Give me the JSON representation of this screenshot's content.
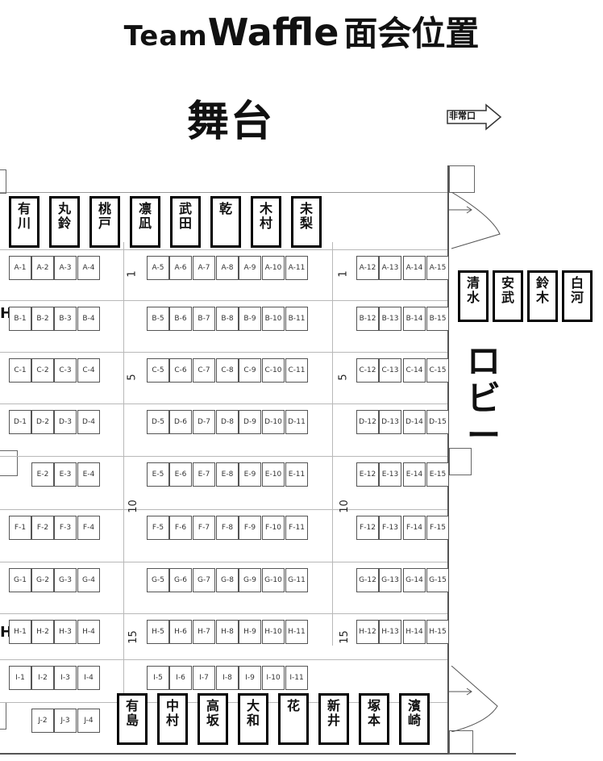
{
  "title": {
    "part1": "Team",
    "part2": "Waffle",
    "part3": "面会位置"
  },
  "stage": "舞台",
  "exit_label": "非常口",
  "lobby": "ロビー",
  "row_numbers": {
    "n1": "1",
    "n5": "5",
    "n10": "10",
    "n15": "15"
  },
  "edge_mark": "H",
  "top_name_tags": [
    {
      "l1": "有",
      "l2": "川"
    },
    {
      "l1": "丸",
      "l2": "鈴"
    },
    {
      "l1": "桃",
      "l2": "戸"
    },
    {
      "l1": "凛",
      "l2": "凪"
    },
    {
      "l1": "武",
      "l2": "田"
    },
    {
      "l1": "乾",
      "l2": ""
    },
    {
      "l1": "木",
      "l2": "村"
    },
    {
      "l1": "未",
      "l2": "梨"
    }
  ],
  "right_name_tags": [
    {
      "l1": "清",
      "l2": "水"
    },
    {
      "l1": "安",
      "l2": "武"
    },
    {
      "l1": "鈴",
      "l2": "木"
    },
    {
      "l1": "白",
      "l2": "河"
    }
  ],
  "bottom_name_tags": [
    {
      "l1": "有",
      "l2": "島"
    },
    {
      "l1": "中",
      "l2": "村"
    },
    {
      "l1": "高",
      "l2": "坂"
    },
    {
      "l1": "大",
      "l2": "和"
    },
    {
      "l1": "花",
      "l2": ""
    },
    {
      "l1": "新",
      "l2": "井"
    },
    {
      "l1": "塚",
      "l2": "本"
    },
    {
      "l1": "濱",
      "l2": "崎"
    }
  ],
  "seat_rows": [
    {
      "left": [
        "A-1",
        "A-2",
        "A-3",
        "A-4"
      ],
      "center": [
        "A-5",
        "A-6",
        "A-7",
        "A-8",
        "A-9",
        "A-10",
        "A-11"
      ],
      "right": [
        "A-12",
        "A-13",
        "A-14",
        "A-15"
      ]
    },
    {
      "left": [
        "B-1",
        "B-2",
        "B-3",
        "B-4"
      ],
      "center": [
        "B-5",
        "B-6",
        "B-7",
        "B-8",
        "B-9",
        "B-10",
        "B-11"
      ],
      "right": [
        "B-12",
        "B-13",
        "B-14",
        "B-15"
      ]
    },
    {
      "left": [
        "C-1",
        "C-2",
        "C-3",
        "C-4"
      ],
      "center": [
        "C-5",
        "C-6",
        "C-7",
        "C-8",
        "C-9",
        "C-10",
        "C-11"
      ],
      "right": [
        "C-12",
        "C-13",
        "C-14",
        "C-15"
      ]
    },
    {
      "left": [
        "D-1",
        "D-2",
        "D-3",
        "D-4"
      ],
      "center": [
        "D-5",
        "D-6",
        "D-7",
        "D-8",
        "D-9",
        "D-10",
        "D-11"
      ],
      "right": [
        "D-12",
        "D-13",
        "D-14",
        "D-15"
      ]
    },
    {
      "left": [
        "E-2",
        "E-3",
        "E-4"
      ],
      "center": [
        "E-5",
        "E-6",
        "E-7",
        "E-8",
        "E-9",
        "E-10",
        "E-11"
      ],
      "right": [
        "E-12",
        "E-13",
        "E-14",
        "E-15"
      ]
    },
    {
      "left": [
        "F-1",
        "F-2",
        "F-3",
        "F-4"
      ],
      "center": [
        "F-5",
        "F-6",
        "F-7",
        "F-8",
        "F-9",
        "F-10",
        "F-11"
      ],
      "right": [
        "F-12",
        "F-13",
        "F-14",
        "F-15"
      ]
    },
    {
      "left": [
        "G-1",
        "G-2",
        "G-3",
        "G-4"
      ],
      "center": [
        "G-5",
        "G-6",
        "G-7",
        "G-8",
        "G-9",
        "G-10",
        "G-11"
      ],
      "right": [
        "G-12",
        "G-13",
        "G-14",
        "G-15"
      ]
    },
    {
      "left": [
        "H-1",
        "H-2",
        "H-3",
        "H-4"
      ],
      "center": [
        "H-5",
        "H-6",
        "H-7",
        "H-8",
        "H-9",
        "H-10",
        "H-11"
      ],
      "right": [
        "H-12",
        "H-13",
        "H-14",
        "H-15"
      ]
    },
    {
      "left": [
        "I-1",
        "I-2",
        "I-3",
        "I-4"
      ],
      "center": [
        "I-5",
        "I-6",
        "I-7",
        "I-8",
        "I-9",
        "I-10",
        "I-11"
      ],
      "right": []
    },
    {
      "left": [
        "J-2",
        "J-3",
        "J-4"
      ],
      "center": [],
      "right": []
    }
  ]
}
